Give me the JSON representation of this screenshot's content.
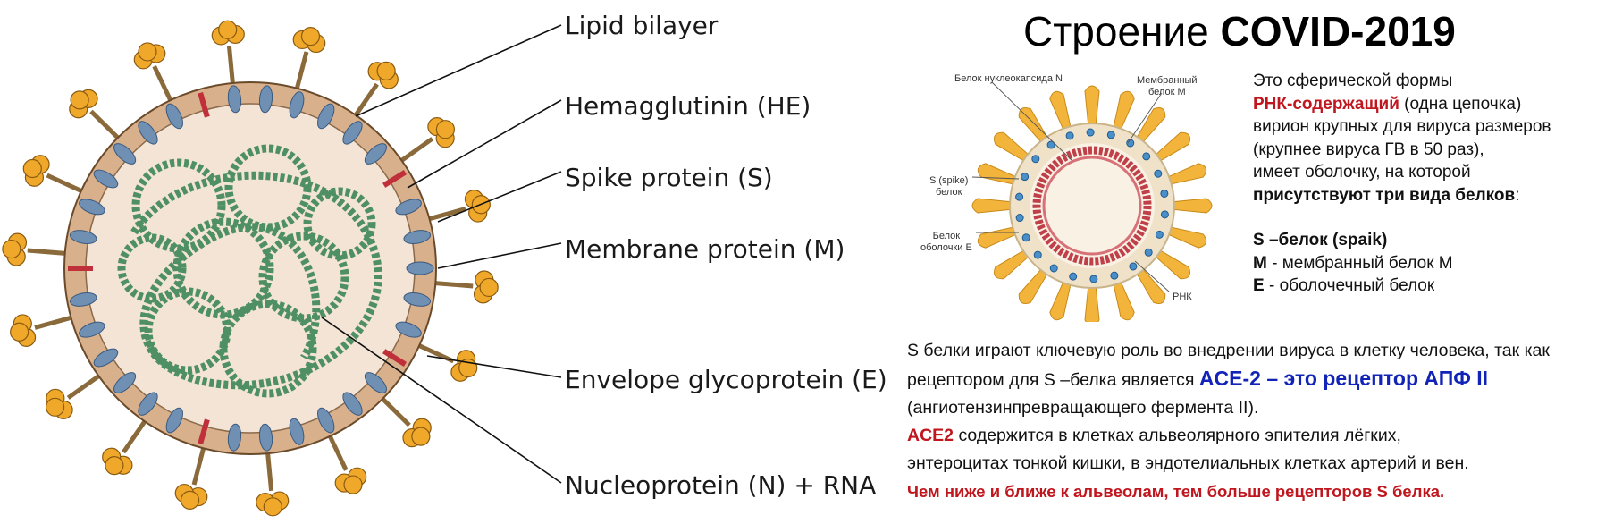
{
  "left_labels": {
    "lipid_bilayer": "Lipid bilayer",
    "hemagglutinin": "Hemagglutinin (HE)",
    "spike": "Spike protein (S)",
    "membrane": "Membrane protein (M)",
    "envelope": "Envelope glycoprotein (E)",
    "nucleoprotein": "Nucleoprotein (N) + RNA"
  },
  "title": {
    "prefix": "Строение ",
    "bold": "COVID-2019"
  },
  "small_labels": {
    "nucleocapsid": "Белок нуклеокапсида N",
    "membrane_line1": "Мембранный",
    "membrane_line2": "белок М",
    "spike_line1": "S (spike)",
    "spike_line2": "белок",
    "envelope_line1": "Белок",
    "envelope_line2": "оболочки Е",
    "rna": "РНК"
  },
  "description": {
    "l1": "Это сферической формы",
    "l2_red": "РНК-содержащий",
    "l2_rest": " (одна цепочка)",
    "l3": "вирион крупных для вируса размеров",
    "l4": "(крупнее вируса ГВ в 50 раз),",
    "l5": "имеет оболочку, на которой",
    "l6_bold": "присутствуют три вида белков",
    "l6_rest": ":",
    "s_bold": "S –белок (spaik)",
    "m_bold": "М",
    "m_rest": " - мембранный белок М",
    "e_bold": "Е",
    "e_rest": " - оболочечный белок"
  },
  "paragraph": {
    "l1": "S белки играют ключевую роль во внедрении вируса в клетку человека, так как",
    "l2_pre": "рецептором для  S –белка является ",
    "l2_blue": "ACE-2 – это рецептор АПФ II",
    "l3": "(ангиотензинпревращающего фермента II).",
    "l4_red": "ACE2",
    "l4_rest": " содержится в клетках альвеолярного эпителия лёгких,",
    "l5": "энтероцитах  тонкой кишки, в эндотелиальных клетках артерий и вен.",
    "l6_red": "Чем ниже и ближе к альвеолам, тем больше  рецепторов S белка."
  },
  "colors": {
    "envelope_fill": "#d9b08c",
    "interior_fill": "#f3e4d6",
    "spike_head": "#f0a82a",
    "spike_stem": "#8a6a3a",
    "membrane_protein": "#6f8fb3",
    "envelope_protein": "#c0303a",
    "rna_coil": "#4e8f64",
    "small_rna": "#c0404a",
    "small_spike": "#f2b43a",
    "red_text": "#c0161e",
    "blue_text": "#1224b8"
  }
}
